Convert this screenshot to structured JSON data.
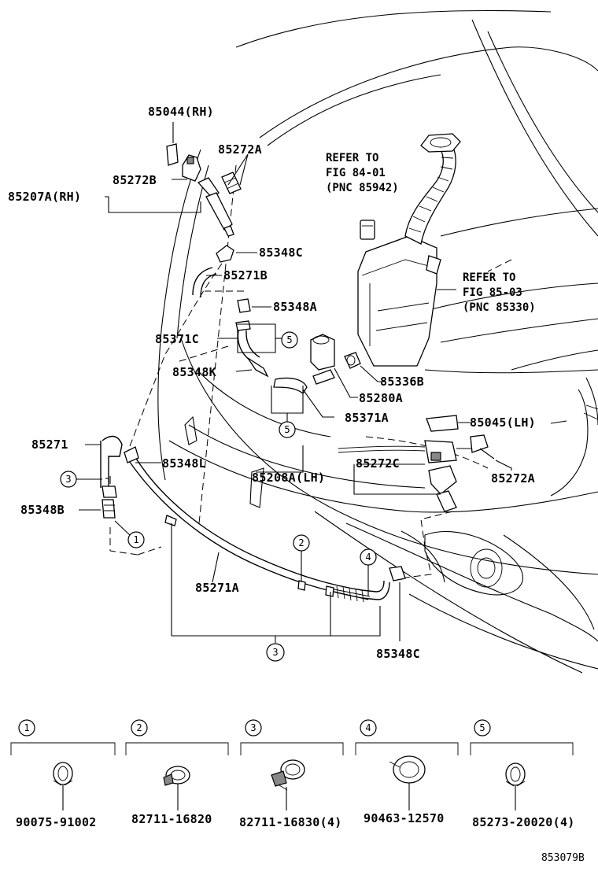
{
  "labels": {
    "p85044": "85044(RH)",
    "p85272a_top": "85272A",
    "p85272b": "85272B",
    "p85207a": "85207A(RH)",
    "p85348c_top": "85348C",
    "p85271b": "85271B",
    "p85348a": "85348A",
    "p85371c": "85371C",
    "p85348k": "85348K",
    "p85336b": "85336B",
    "p85280a": "85280A",
    "p85371a": "85371A",
    "p85045": "85045(LH)",
    "p85271": "85271",
    "p85348l": "85348L",
    "p85208a": "85208A(LH)",
    "p85272c": "85272C",
    "p85272a_right": "85272A",
    "p85348b": "85348B",
    "p85271a": "85271A",
    "p85348c_bottom": "85348C"
  },
  "refer_notes": {
    "upper": [
      "REFER TO",
      "FIG 84-01",
      "(PNC 85942)"
    ],
    "right": [
      "REFER TO",
      "FIG 85-03",
      "(PNC 85330)"
    ]
  },
  "callouts": {
    "c1": "1",
    "c2": "2",
    "c3_left": "3",
    "c3_bottom": "3",
    "c4": "4",
    "c5_upper": "5",
    "c5_lower": "5"
  },
  "legend": [
    {
      "index": "1",
      "part": "90075-91002"
    },
    {
      "index": "2",
      "part": "82711-16820"
    },
    {
      "index": "3",
      "part": "82711-16830(4)"
    },
    {
      "index": "4",
      "part": "90463-12570"
    },
    {
      "index": "5",
      "part": "85273-20020(4)"
    }
  ],
  "figure_code": "853079B",
  "icons": [
    "washer-tank-icon",
    "headlamp-washer-nozzle-icon",
    "washer-pump-icon",
    "hose-clamp-icon",
    "hose-icon"
  ]
}
